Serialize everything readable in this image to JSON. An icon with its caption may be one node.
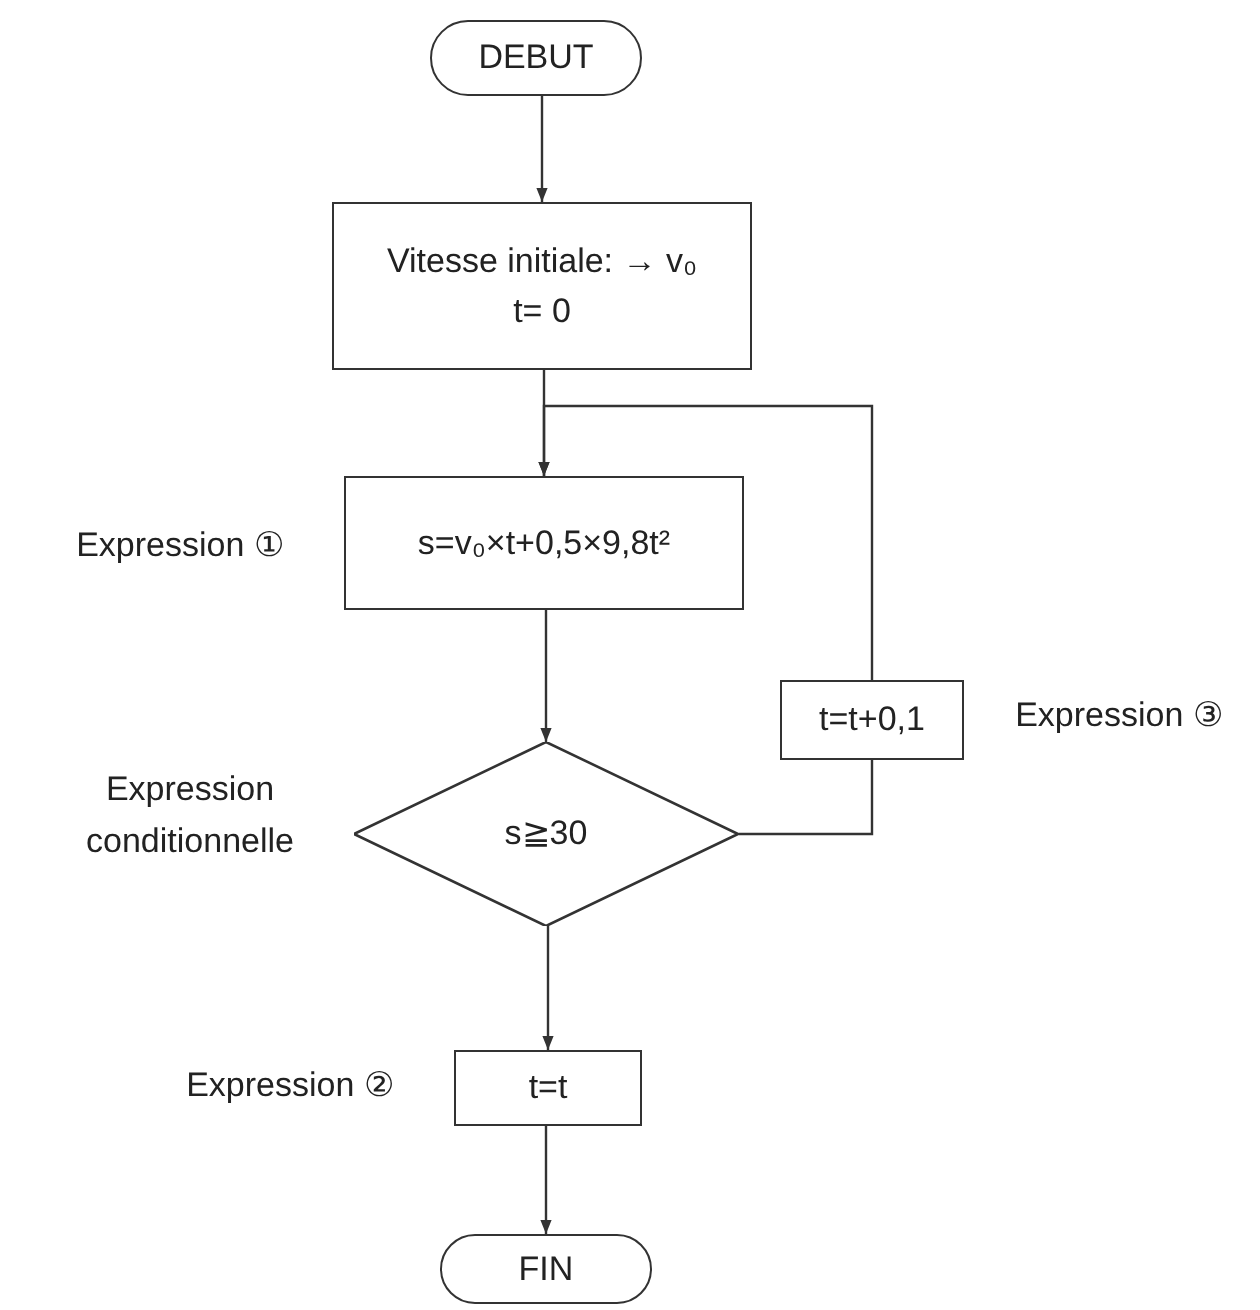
{
  "diagram": {
    "nodes": [
      {
        "text": [
          "DEBUT"
        ]
      },
      {
        "text": [
          "Vitesse initiale: → v₀",
          "t= 0"
        ]
      },
      {
        "text": [
          "s=v₀×t+0,5×9,8t²"
        ],
        "beside": [
          "Expression ①"
        ]
      },
      {
        "text": [
          "s≧30"
        ],
        "beside": [
          "Expression conditionnelle"
        ]
      },
      {
        "text": [
          "t=t+0,1"
        ],
        "beside": [
          "Expression ③"
        ]
      },
      {
        "text": [
          "t=t"
        ],
        "beside": [
          "Expression ②"
        ]
      },
      {
        "text": [
          "FIN"
        ]
      }
    ],
    "edges": [
      {
        "from": 0,
        "to": 1,
        "arrow": "to"
      },
      {
        "from": 1,
        "to": 2,
        "arrow": "to"
      },
      {
        "from": 2,
        "to": 3,
        "arrow": "to"
      },
      {
        "from": 3,
        "to": 4,
        "arrow": "none"
      },
      {
        "from": 4,
        "to": 2,
        "arrow": "to"
      },
      {
        "from": 3,
        "to": 5,
        "arrow": "to"
      },
      {
        "from": 5,
        "to": 6,
        "arrow": "to"
      }
    ]
  }
}
